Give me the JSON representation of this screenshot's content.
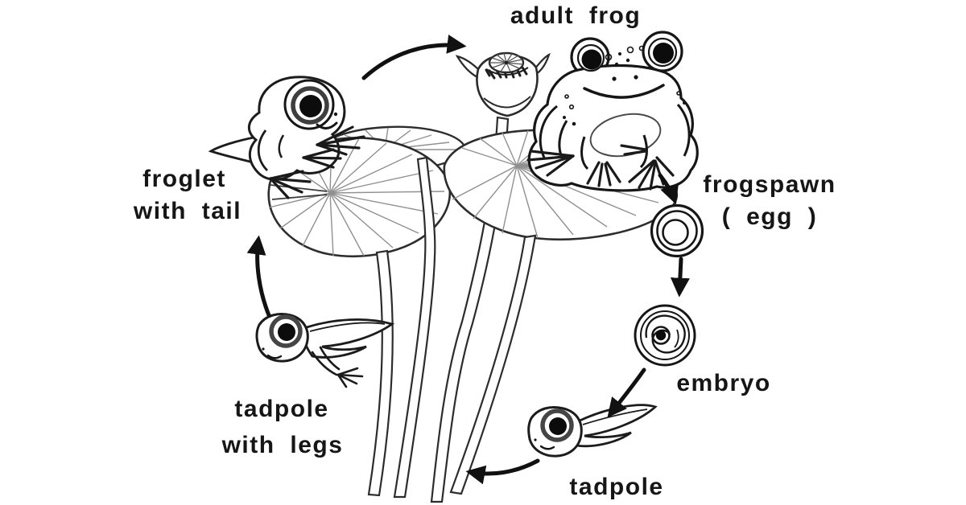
{
  "diagram_type": "life-cycle",
  "colors": {
    "background": "#ffffff",
    "line": "#1a1a1a",
    "eye_ring": "#454545",
    "leaf_vein": "#909090",
    "arrow": "#111111"
  },
  "labels": {
    "adult_frog": "adult frog",
    "frogspawn": "frogspawn",
    "frogspawn_sub": "( egg )",
    "embryo": "embryo",
    "tadpole": "tadpole",
    "tadpole_with_legs_line1": "tadpole",
    "tadpole_with_legs_line2": "with legs",
    "froglet_line1": "froglet",
    "froglet_line2": "with tail"
  },
  "cycle_order": [
    "adult frog",
    "frogspawn (egg)",
    "embryo",
    "tadpole",
    "tadpole with legs",
    "froglet with tail"
  ]
}
